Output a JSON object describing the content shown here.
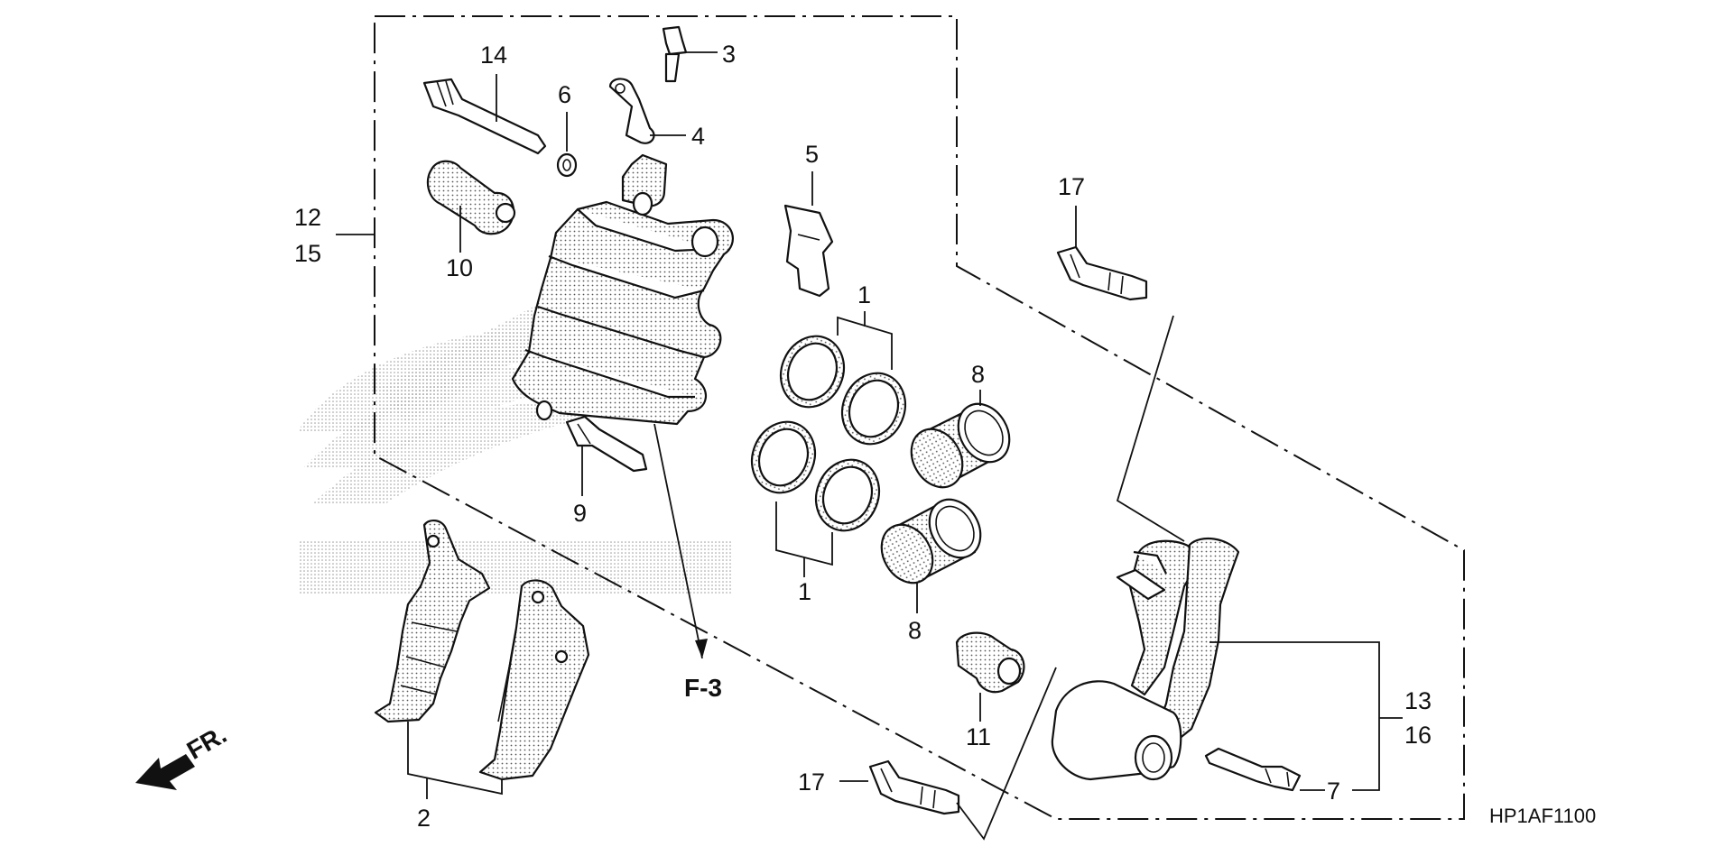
{
  "labels": {
    "p1a": "1",
    "p1b": "1",
    "p2": "2",
    "p3": "3",
    "p4": "4",
    "p5": "5",
    "p6": "6",
    "p7": "7",
    "p8a": "8",
    "p8b": "8",
    "p9": "9",
    "p10": "10",
    "p11": "11",
    "p12": "12",
    "p13": "13",
    "p14": "14",
    "p15": "15",
    "p16": "16",
    "p17a": "17",
    "p17b": "17"
  },
  "ref": "F-3",
  "front_mark": "FR.",
  "diagram_code": "HP1AF1100",
  "icons": {
    "front": "front-direction-arrow-icon",
    "watermark": "honda-wing-logo"
  }
}
